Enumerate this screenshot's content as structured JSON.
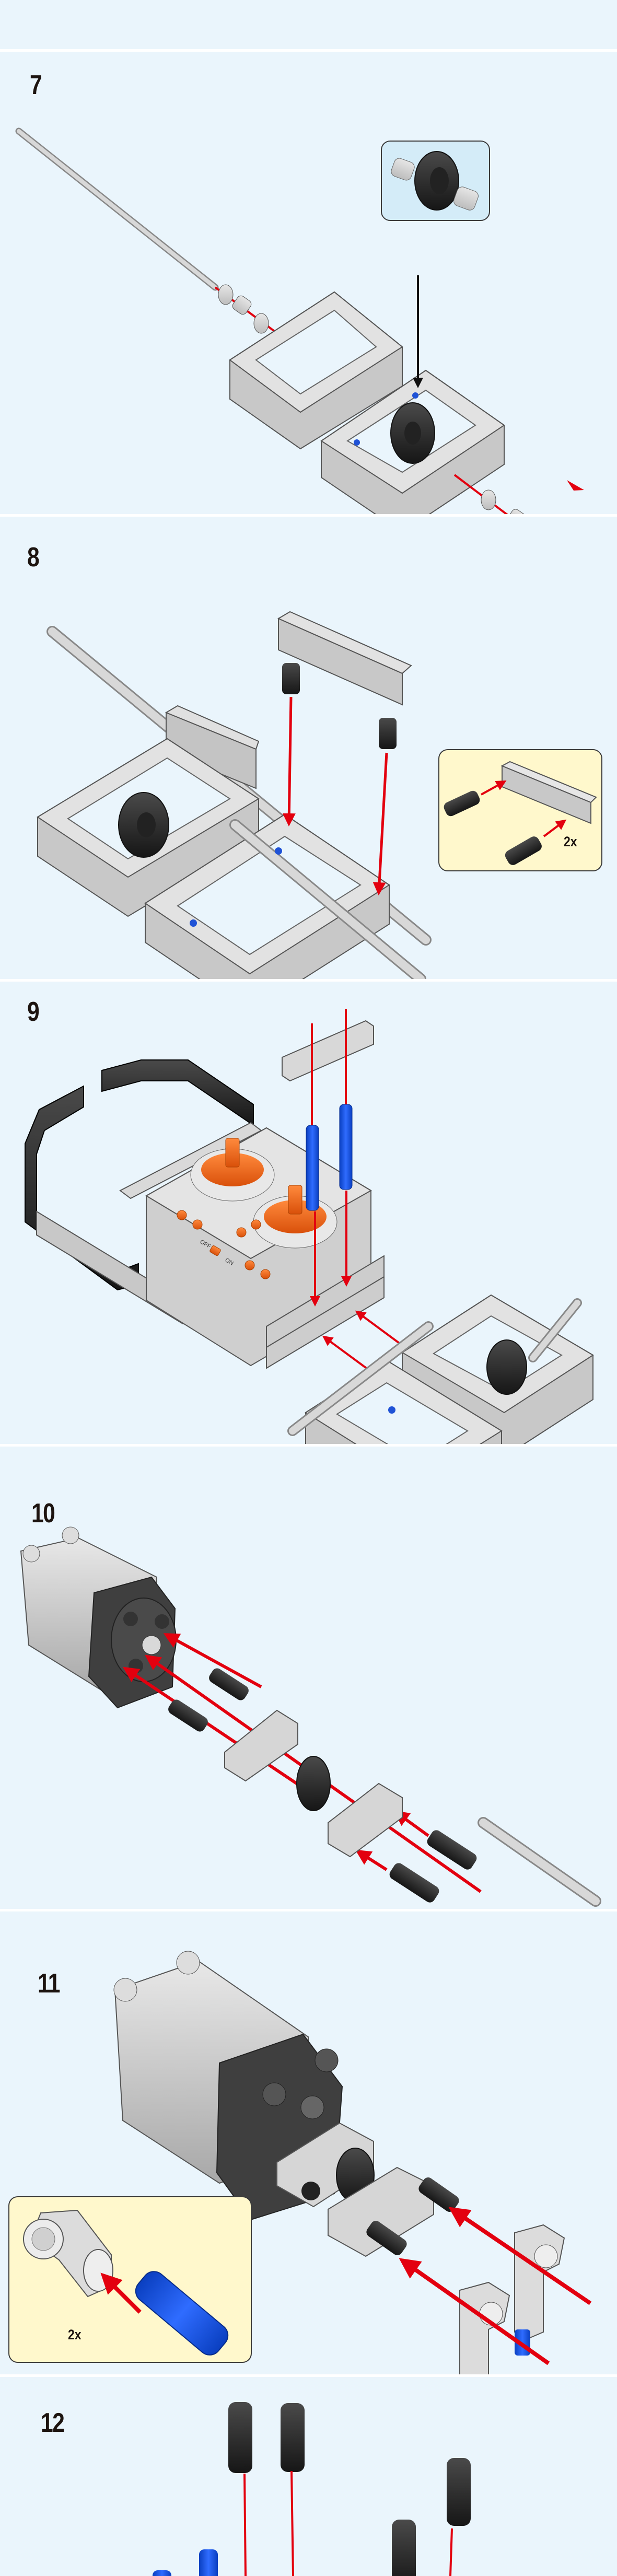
{
  "document": {
    "type": "building-instructions",
    "background_color": "#eaf5fc",
    "separator_color": "#ffffff",
    "arrow_color": "#e3000f"
  },
  "steps": [
    {
      "number": "7",
      "parts": [
        "long axle",
        "bushing",
        "half bushing",
        "5x7 open frame",
        "20-tooth double bevel gear",
        "bushing"
      ],
      "callout": {
        "kind": "sub-assembly",
        "color": "#d4ecf8",
        "parts": [
          "bushing",
          "20-tooth double bevel gear",
          "bushing"
        ]
      }
    },
    {
      "number": "8",
      "parts": [
        "5x7 open frame assembly",
        "1x7 beam",
        "black friction pin"
      ],
      "callout": {
        "kind": "sub-assembly",
        "color": "#fff8cc",
        "quantity": "2x",
        "parts": [
          "black friction pin",
          "black friction pin",
          "1x5 beam"
        ]
      }
    },
    {
      "number": "9",
      "parts": [
        "battery box",
        "1x7 beam",
        "blue axle pin",
        "blue axle pin",
        "black bent beams",
        "frame assembly"
      ],
      "battery_switch": {
        "off_label": "OFF",
        "on_label": "ON"
      }
    },
    {
      "number": "10",
      "parts": [
        "medium motor",
        "black friction pin",
        "1x3 beam",
        "12-tooth bevel gear",
        "1x3 beam",
        "axle"
      ]
    },
    {
      "number": "11",
      "parts": [
        "motor assembly",
        "angle connector",
        "blue axle pin"
      ],
      "callout": {
        "kind": "sub-assembly",
        "color": "#fff8cc",
        "quantity": "2x",
        "parts": [
          "angle connector",
          "blue axle pin"
        ]
      }
    },
    {
      "number": "12",
      "parts": [
        "black friction pin",
        "black friction pin",
        "blue axle pin",
        "black friction pin",
        "black friction pin"
      ]
    }
  ]
}
